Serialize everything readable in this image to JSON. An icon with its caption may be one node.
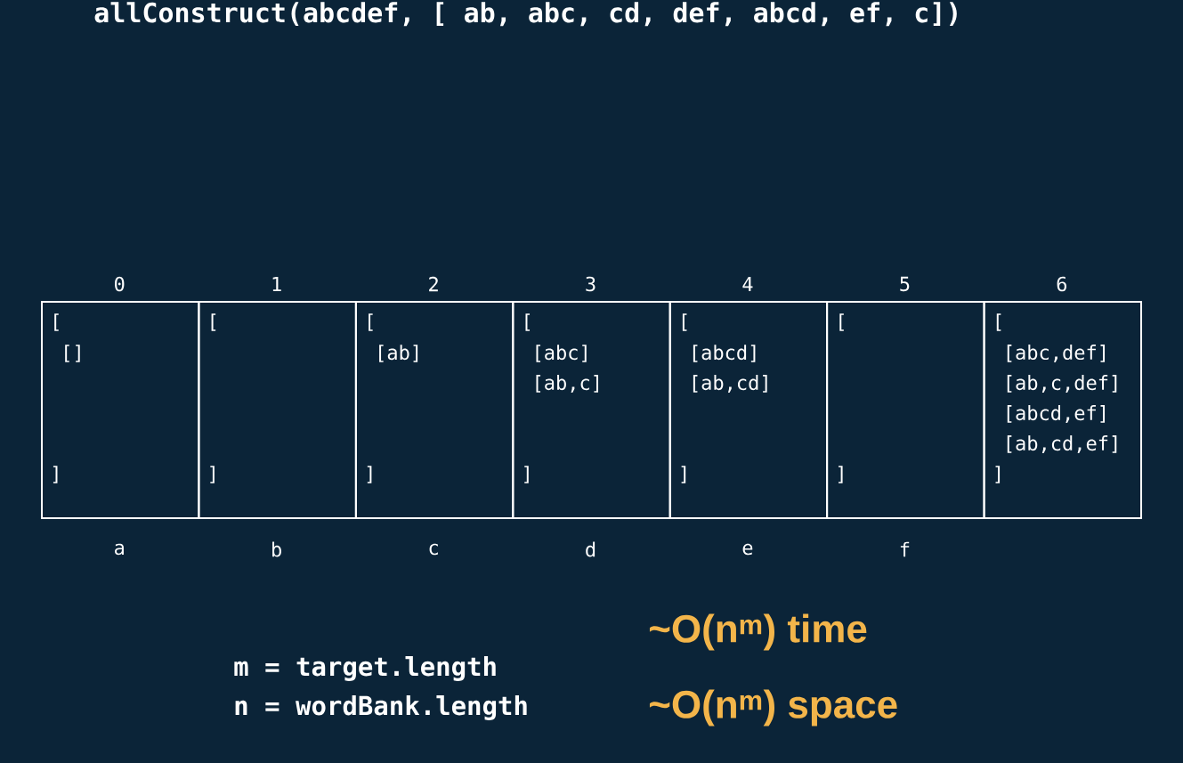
{
  "diagram": {
    "title": "allConstruct(abcdef, [ ab, abc, cd, def, abcd, ef, c])",
    "nodes": [
      {
        "text": [
          "[",
          "[]",
          "]"
        ],
        "beside": [
          "0",
          "a"
        ]
      },
      {
        "text": [
          "[",
          "]"
        ],
        "beside": [
          "1",
          "b"
        ]
      },
      {
        "text": [
          "[",
          "[ab]",
          "]"
        ],
        "beside": [
          "2",
          "c"
        ]
      },
      {
        "text": [
          "[",
          "[abc]",
          "[ab,c]",
          "]"
        ],
        "beside": [
          "3",
          "d"
        ]
      },
      {
        "text": [
          "[",
          "[abcd]",
          "[ab,cd]",
          "]"
        ],
        "beside": [
          "4",
          "e"
        ]
      },
      {
        "text": [
          "[",
          "]"
        ],
        "beside": [
          "5",
          "f"
        ]
      },
      {
        "text": [
          "[",
          "[abc,def]",
          "[ab,c,def]",
          "[abcd,ef]",
          "[ab,cd,ef]",
          "]"
        ],
        "beside": [
          "6"
        ]
      }
    ],
    "labels": [
      "~O(n$^{m}$) time",
      "m = target.length",
      "n = wordBank.length",
      "~O(n$^{m}$) space"
    ]
  }
}
